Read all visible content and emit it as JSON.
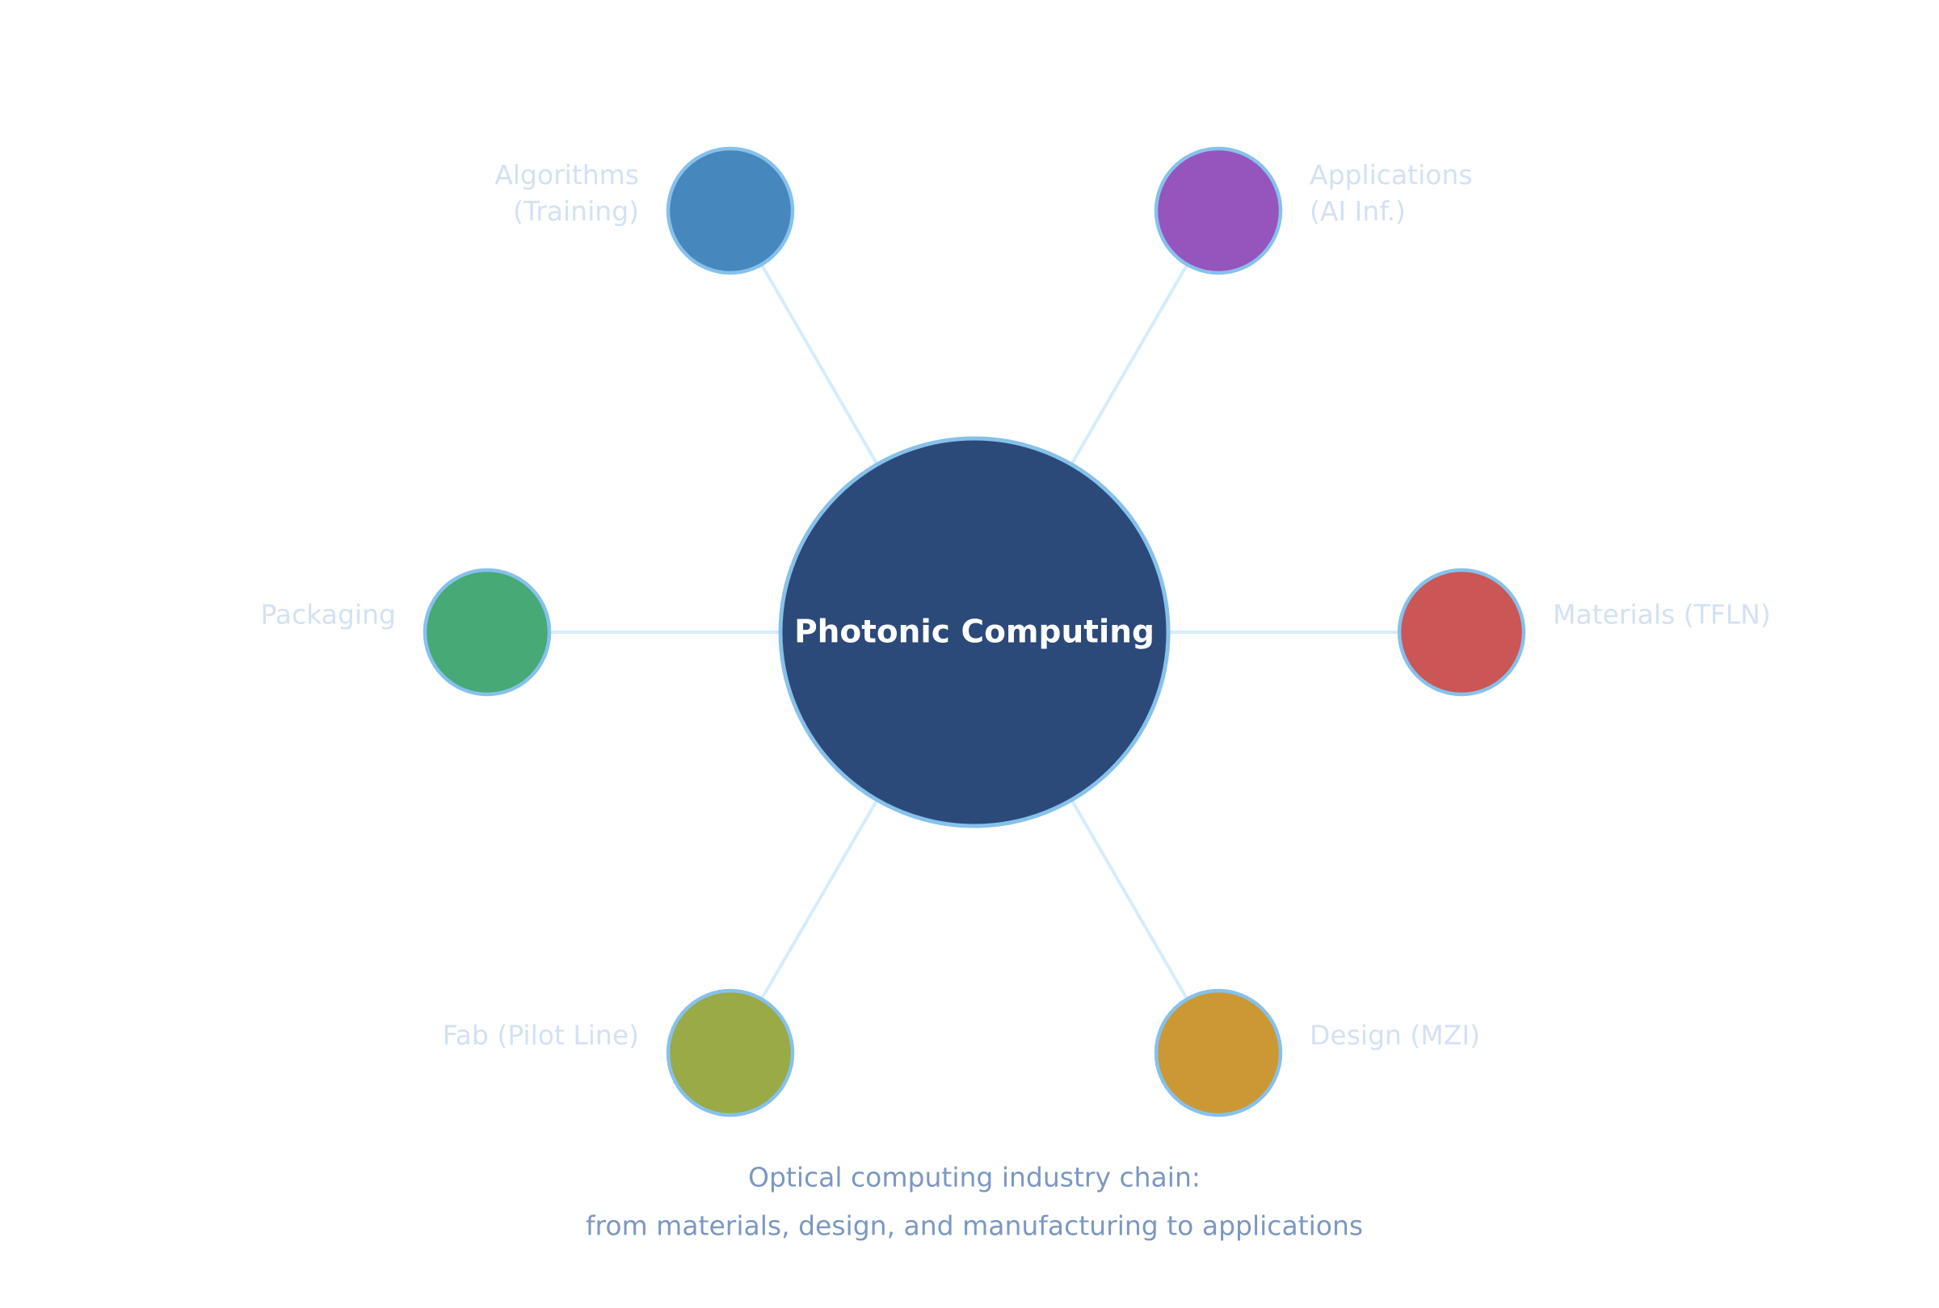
{
  "hub": {
    "label": "Photonic Computing",
    "color": "#2b4a79"
  },
  "nodes": [
    {
      "id": "algorithms",
      "label_lines": [
        "Algorithms",
        "(Training)"
      ],
      "color": "#4687bd",
      "position": "top-left"
    },
    {
      "id": "applications",
      "label_lines": [
        "Applications",
        "(AI Inf.)"
      ],
      "color": "#9654bd",
      "position": "top-right"
    },
    {
      "id": "packaging",
      "label_lines": [
        "Packaging"
      ],
      "color": "#46a976",
      "position": "left"
    },
    {
      "id": "materials",
      "label_lines": [
        "Materials (TFLN)"
      ],
      "color": "#cb5656",
      "position": "right"
    },
    {
      "id": "fab",
      "label_lines": [
        "Fab (Pilot Line)"
      ],
      "color": "#99aa46",
      "position": "bottom-left"
    },
    {
      "id": "design",
      "label_lines": [
        "Design (MZI)"
      ],
      "color": "#cc9834",
      "position": "bottom-right"
    }
  ],
  "caption": {
    "line1": "Optical computing industry chain:",
    "line2": "from materials, design, and manufacturing to applications"
  },
  "colors": {
    "spoke": "#d6ecfb",
    "outline": "#86c1ec",
    "satellite_label": "#d3e1f3",
    "caption": "#7c97c1"
  }
}
